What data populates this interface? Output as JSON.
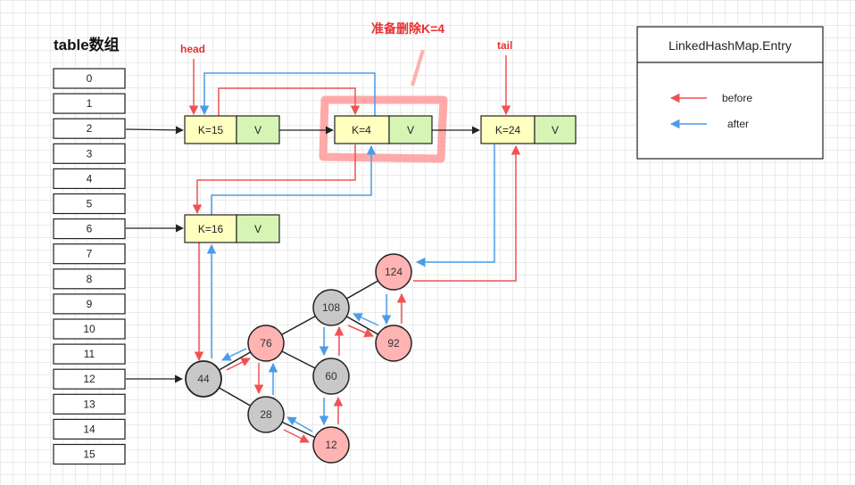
{
  "table": {
    "title": "table数组",
    "slots": [
      "0",
      "1",
      "2",
      "3",
      "4",
      "5",
      "6",
      "7",
      "8",
      "9",
      "10",
      "11",
      "12",
      "13",
      "14",
      "15"
    ]
  },
  "labels": {
    "head": "head",
    "tail": "tail",
    "delete_note": "准备删除K=4"
  },
  "entries": {
    "k15": {
      "key": "K=15",
      "value": "V"
    },
    "k4": {
      "key": "K=4",
      "value": "V"
    },
    "k24": {
      "key": "K=24",
      "value": "V"
    },
    "k16": {
      "key": "K=16",
      "value": "V"
    }
  },
  "tree_nodes": {
    "n124": "124",
    "n108": "108",
    "n92": "92",
    "n76": "76",
    "n60": "60",
    "n44": "44",
    "n28": "28",
    "n12": "12"
  },
  "legend": {
    "title": "LinkedHashMap.Entry",
    "before": "before",
    "after": "after"
  },
  "colors": {
    "before": "#f05252",
    "after": "#4b9ce8",
    "key_cell": "#ffffc0",
    "value_cell": "#d6f5b5",
    "red_node": "#ffb3b3",
    "gray_node": "#c8c8c8",
    "highlight": "#ff8c8c"
  }
}
